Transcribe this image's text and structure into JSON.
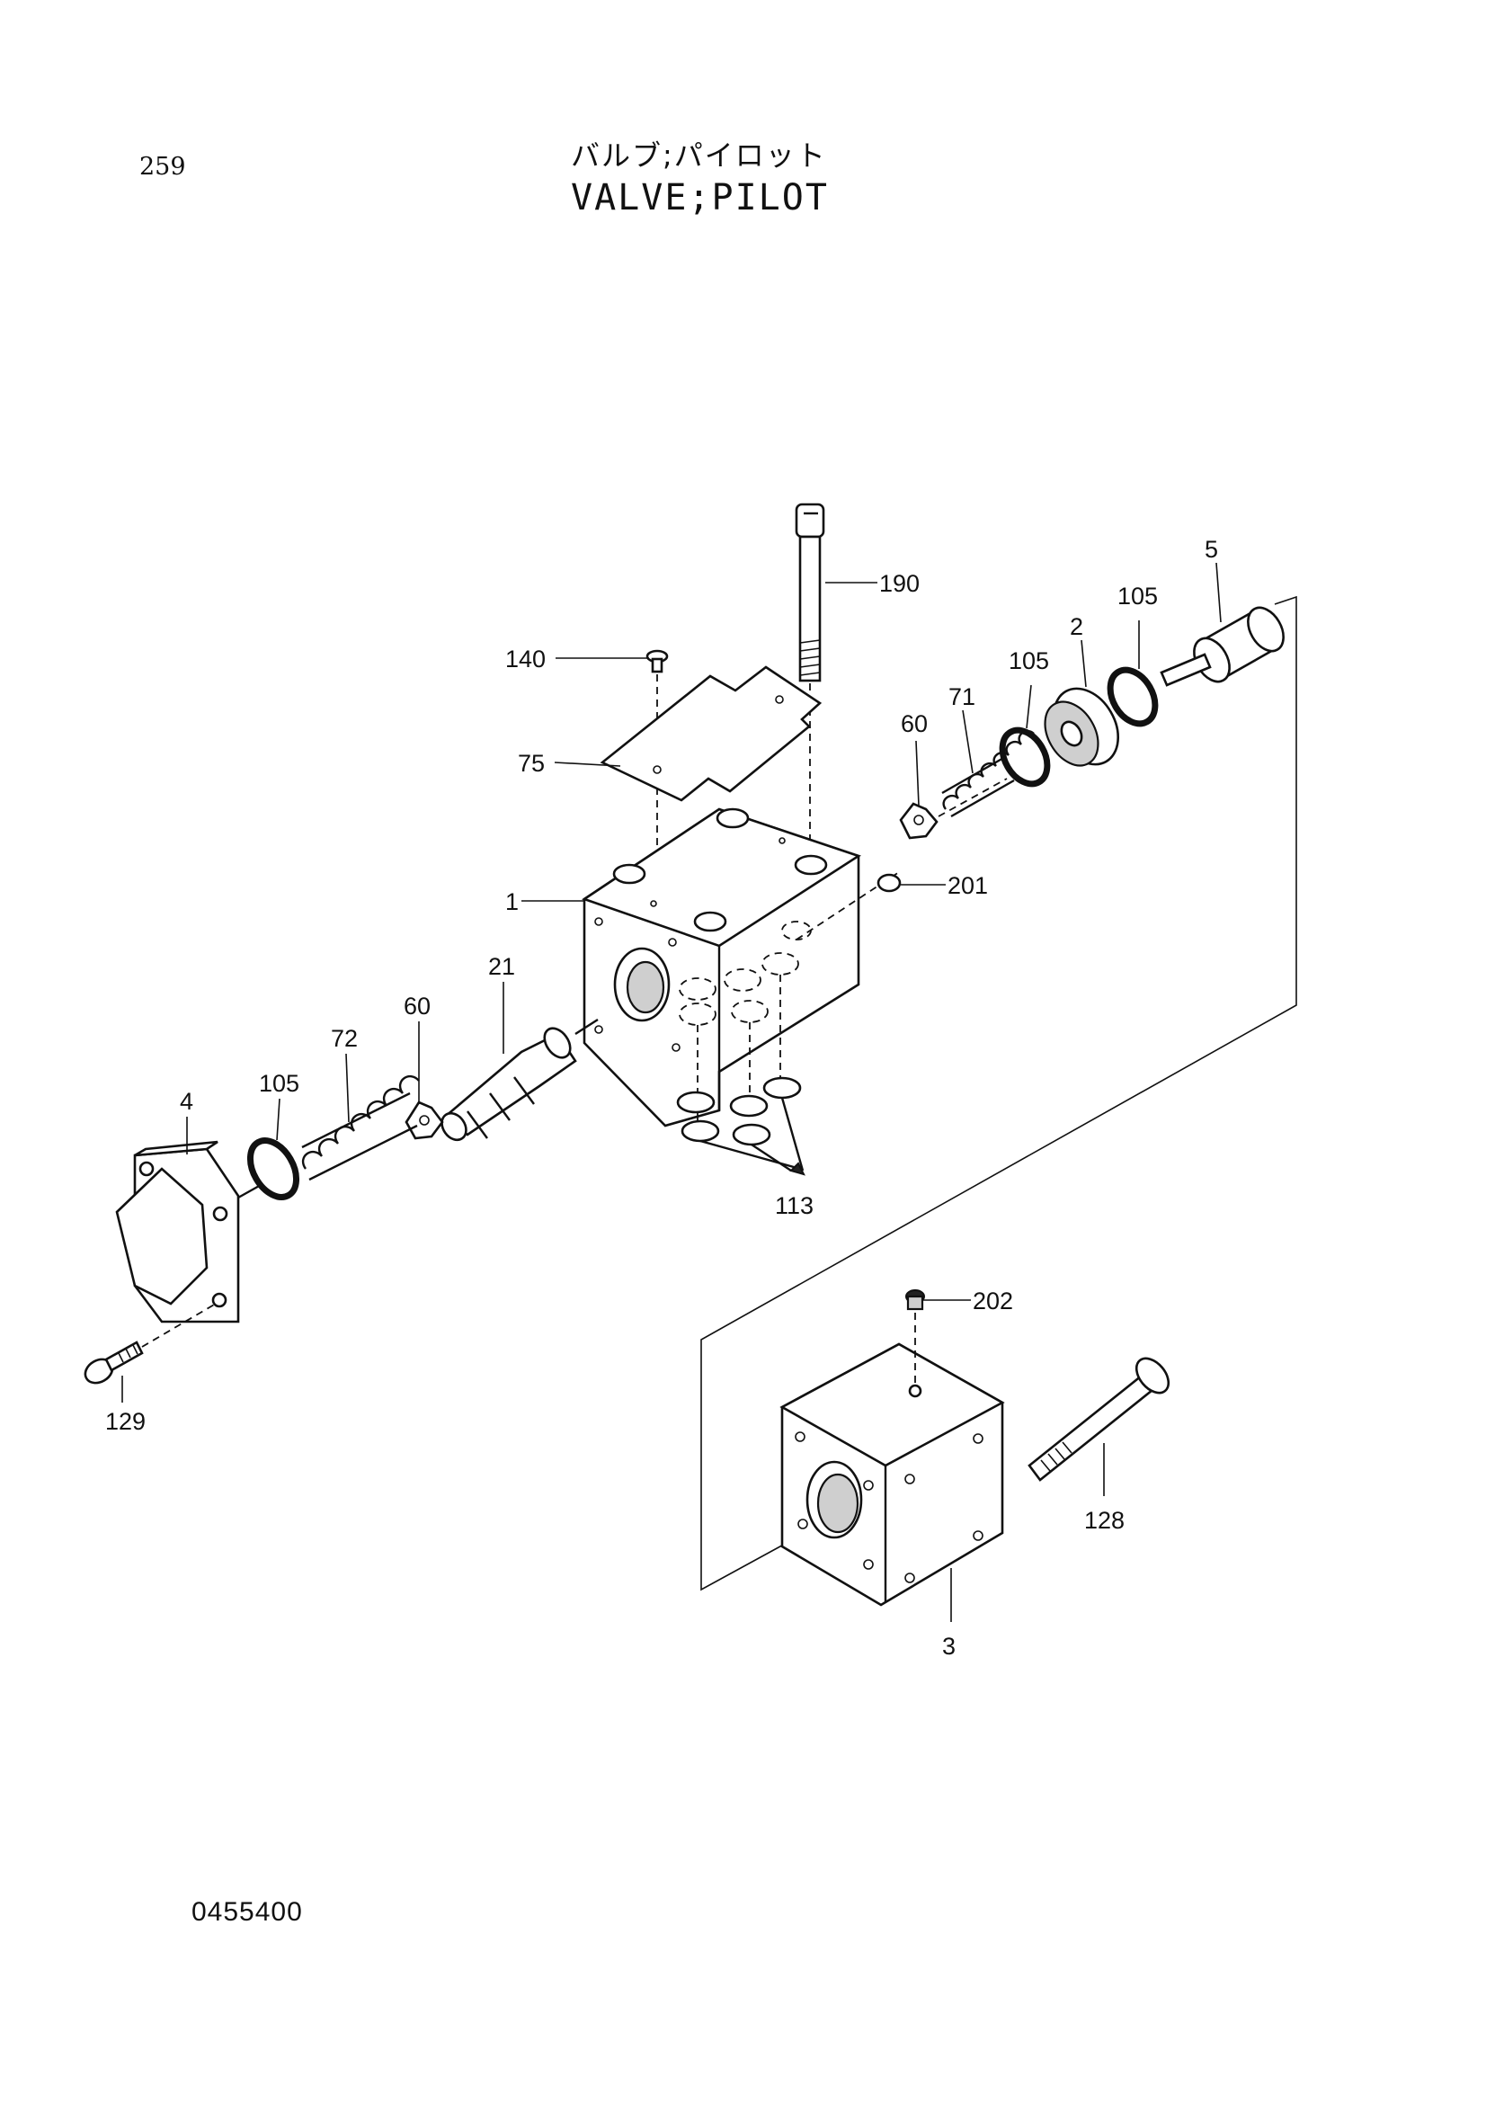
{
  "page_number": "259",
  "title_jp": "バルブ;パイロット",
  "title_en": "VALVE;PILOT",
  "doc_number": "0455400",
  "part_labels": {
    "p190": "190",
    "p140": "140",
    "p75": "75",
    "p5": "5",
    "p105a": "105",
    "p2": "2",
    "p105b": "105",
    "p71": "71",
    "p60a": "60",
    "p201": "201",
    "p1": "1",
    "p21": "21",
    "p60b": "60",
    "p72": "72",
    "p105c": "105",
    "p4": "4",
    "p113": "113",
    "p129": "129",
    "p202": "202",
    "p128": "128",
    "p3": "3"
  }
}
